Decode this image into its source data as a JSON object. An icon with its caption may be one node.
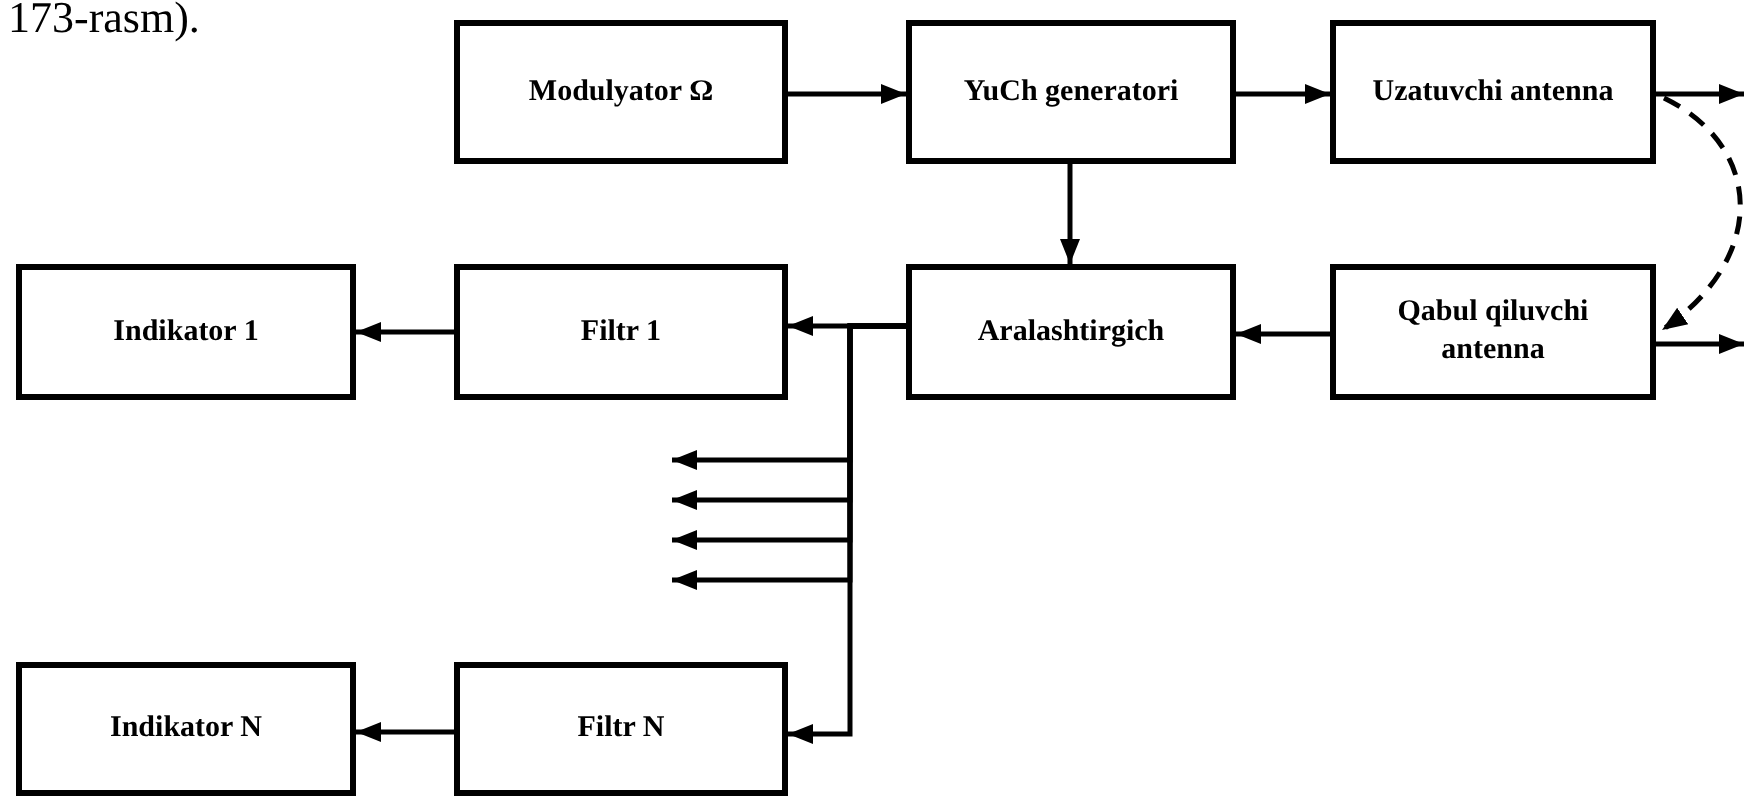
{
  "diagram": {
    "nodes": [
      {
        "text": [
          "Modulyator Ω"
        ]
      },
      {
        "text": [
          "YuCh generatori"
        ]
      },
      {
        "text": [
          "Uzatuvchi antenna"
        ]
      },
      {
        "text": [
          "Indikator 1"
        ]
      },
      {
        "text": [
          "Filtr 1"
        ]
      },
      {
        "text": [
          "Aralashtirgich"
        ]
      },
      {
        "text": [
          "Qabul qiluvchi antenna"
        ]
      },
      {
        "text": [
          "Indikator N"
        ]
      },
      {
        "text": [
          "Filtr N"
        ]
      }
    ],
    "edges": [
      {
        "from": 0,
        "to": 1,
        "arrow": "to"
      },
      {
        "from": 1,
        "to": 2,
        "arrow": "to"
      },
      {
        "from": 2,
        "to": null,
        "arrow": "to"
      },
      {
        "from": 2,
        "to": 6,
        "arrow": "to",
        "style": "dashed"
      },
      {
        "from": 6,
        "to": null,
        "arrow": "to"
      },
      {
        "from": 1,
        "to": 5,
        "arrow": "to"
      },
      {
        "from": 6,
        "to": 5,
        "arrow": "to"
      },
      {
        "from": 5,
        "to": 4,
        "arrow": "to"
      },
      {
        "from": 4,
        "to": 3,
        "arrow": "to"
      },
      {
        "from": 5,
        "to": null,
        "arrow": "to"
      },
      {
        "from": 5,
        "to": null,
        "arrow": "to"
      },
      {
        "from": 5,
        "to": null,
        "arrow": "to"
      },
      {
        "from": 5,
        "to": null,
        "arrow": "to"
      },
      {
        "from": 5,
        "to": 8,
        "arrow": "to"
      },
      {
        "from": 8,
        "to": 7,
        "arrow": "to"
      }
    ],
    "labels": [
      "173-rasm)."
    ]
  }
}
